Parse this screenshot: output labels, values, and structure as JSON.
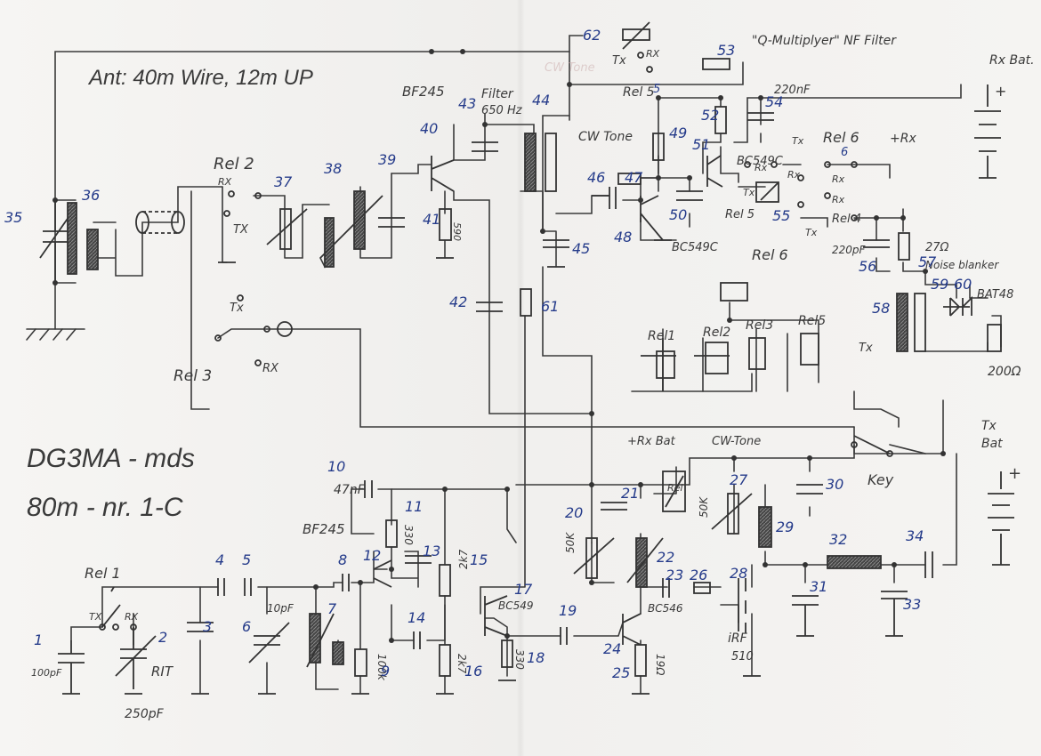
{
  "title": {
    "antenna": "Ant: 40m Wire, 12m UP",
    "call": "DG3MA - mds",
    "model": "80m - nr. 1-C",
    "qmult": "\"Q-Multiplyer\" NF Filter",
    "noise": "Noise blanker"
  },
  "labels": {
    "rx": "Rx",
    "tx": "Tx",
    "rx_lc": "RX",
    "tx_lc": "TX",
    "rel1_top": "Rel 1",
    "rel2": "Rel 2",
    "rel3": "Rel 3",
    "rel4": "Rel 4",
    "rel5": "Rel 5",
    "rel5b": "Rel 5",
    "rel6": "Rel 6",
    "rel6b": "Rel 6",
    "rel1_b": "Rel1",
    "rel2_b": "Rel2",
    "rel3_b": "Rel3",
    "rel5_c": "Rel5",
    "rel_cw": "Rel",
    "rit": "RIT",
    "key": "Key",
    "rxbat": "Rx Bat.",
    "txbat": "Tx Bat",
    "rxbat2": "+Rx Bat",
    "plusrx": "+Rx",
    "cwtone": "CW-Tone",
    "cwtone2": "CW Tone",
    "cwtone_faint": "CW Tone",
    "filter": "Filter",
    "filter_f": "650 Hz",
    "bf245a": "BF245",
    "bf245b": "BF245",
    "bc549a": "BC549C",
    "bc549b": "BC549C",
    "bc549c": "BC549",
    "bc546": "BC546",
    "bat48": "BAT48",
    "irf": "iRF",
    "irf2": "510",
    "v_100pf": "100pF",
    "v_250pf": "250pF",
    "v_10pf": "10pF",
    "v_47nf": "47nF",
    "v_330a": "330",
    "v_330b": "330",
    "v_2k7a": "2k7",
    "v_2k7b": "2k7",
    "v_100k": "100k",
    "v_590": "590",
    "v_50ka": "50K",
    "v_50kb": "50K",
    "v_19": "19Ω",
    "v_27": "27Ω",
    "v_200": "200Ω",
    "v_220nf": "220nF",
    "v_220pf": "220pF"
  },
  "nums": {
    "n1": "1",
    "n2": "2",
    "n3": "3",
    "n4": "4",
    "n5": "5",
    "n6": "6",
    "n7": "7",
    "n8": "8",
    "n9": "9",
    "n10": "10",
    "n11": "11",
    "n12": "12",
    "n13": "13",
    "n14": "14",
    "n15": "15",
    "n16": "16",
    "n17": "17",
    "n18": "18",
    "n19": "19",
    "n20": "20",
    "n21": "21",
    "n22": "22",
    "n23": "23",
    "n24": "24",
    "n25": "25",
    "n26": "26",
    "n27": "27",
    "n28": "28",
    "n29": "29",
    "n30": "30",
    "n31": "31",
    "n32": "32",
    "n33": "33",
    "n34": "34",
    "n35": "35",
    "n36": "36",
    "n37": "37",
    "n38": "38",
    "n39": "39",
    "n40": "40",
    "n41": "41",
    "n42": "42",
    "n43": "43",
    "n44": "44",
    "n45": "45",
    "n46": "46",
    "n47": "47",
    "n48": "48",
    "n49": "49",
    "n50": "50",
    "n51": "51",
    "n52": "52",
    "n53": "53",
    "n54": "54",
    "n55": "55",
    "n56": "56",
    "n57": "57",
    "n58": "58",
    "n59": "59",
    "n60": "60",
    "n61": "61",
    "n62": "62",
    "rel5_num": "5",
    "rel6_num": "6",
    "rel4_num": "4"
  },
  "colors": {
    "ink": "#3a3a3a",
    "blue": "#253b8a",
    "paper": "#f3f2f0"
  }
}
